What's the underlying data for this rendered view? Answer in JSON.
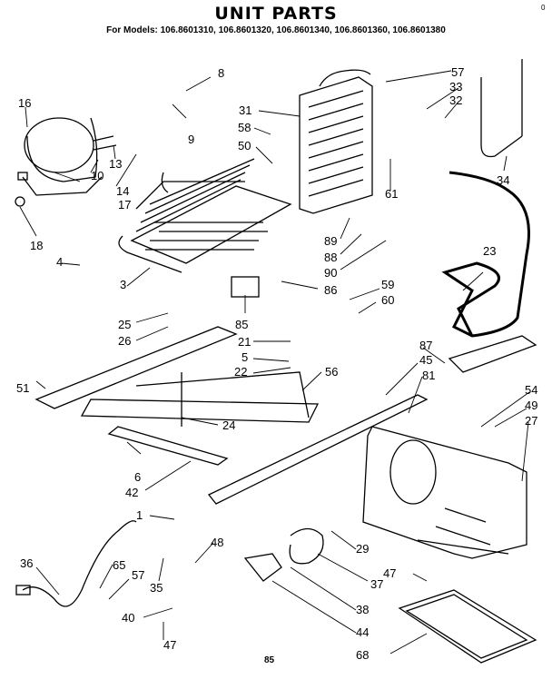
{
  "title": "UNIT PARTS",
  "subtitle": "For Models: 106.8601310, 106.8601320, 106.8601340, 106.8601360, 106.8601380",
  "page_number": "85",
  "corner_mark": "0",
  "callouts": [
    "16",
    "8",
    "13",
    "10",
    "14",
    "9",
    "17",
    "18",
    "4",
    "3",
    "25",
    "26",
    "51",
    "6",
    "42",
    "31",
    "58",
    "50",
    "57",
    "33",
    "32",
    "34",
    "61",
    "89",
    "88",
    "90",
    "86",
    "85",
    "59",
    "60",
    "21",
    "5",
    "22",
    "56",
    "24",
    "23",
    "87",
    "45",
    "81",
    "54",
    "49",
    "27",
    "29",
    "47",
    "37",
    "38",
    "44",
    "68",
    "36",
    "65",
    "57",
    "35",
    "48",
    "40",
    "47",
    "1"
  ]
}
